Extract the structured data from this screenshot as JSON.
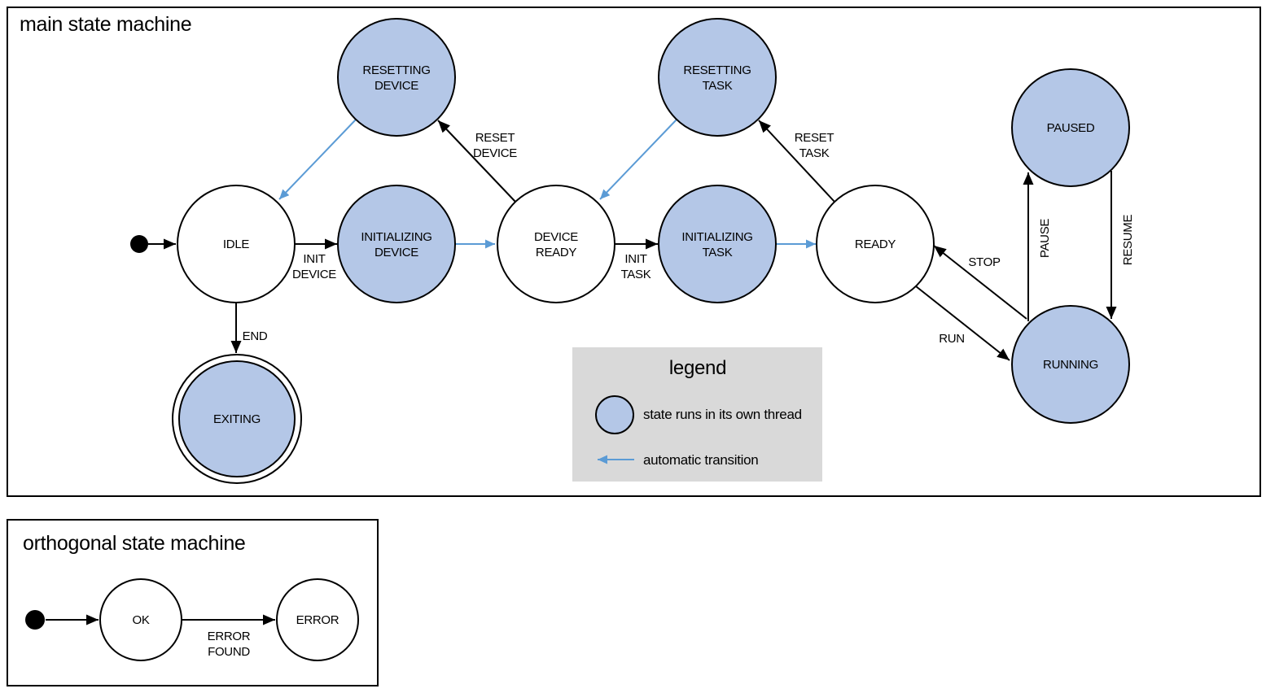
{
  "colors": {
    "threaded_state_fill": "#b4c7e7",
    "state_stroke": "#000000",
    "automatic_transition_arrow": "#5b9bd5",
    "normal_transition_arrow": "#000000",
    "legend_background": "#d9d9d9",
    "background": "#ffffff"
  },
  "main_machine": {
    "title": "main state machine",
    "states": [
      {
        "name": "idle",
        "label_lines": [
          "IDLE"
        ],
        "threaded": false,
        "final": false
      },
      {
        "name": "resetting-device",
        "label_lines": [
          "RESETTING",
          "DEVICE"
        ],
        "threaded": true,
        "final": false
      },
      {
        "name": "initializing-device",
        "label_lines": [
          "INITIALIZING",
          "DEVICE"
        ],
        "threaded": true,
        "final": false
      },
      {
        "name": "device-ready",
        "label_lines": [
          "DEVICE",
          "READY"
        ],
        "threaded": false,
        "final": false
      },
      {
        "name": "resetting-task",
        "label_lines": [
          "RESETTING",
          "TASK"
        ],
        "threaded": true,
        "final": false
      },
      {
        "name": "initializing-task",
        "label_lines": [
          "INITIALIZING",
          "TASK"
        ],
        "threaded": true,
        "final": false
      },
      {
        "name": "ready",
        "label_lines": [
          "READY"
        ],
        "threaded": false,
        "final": false
      },
      {
        "name": "paused",
        "label_lines": [
          "PAUSED"
        ],
        "threaded": true,
        "final": false
      },
      {
        "name": "running",
        "label_lines": [
          "RUNNING"
        ],
        "threaded": true,
        "final": false
      },
      {
        "name": "exiting",
        "label_lines": [
          "EXITING"
        ],
        "threaded": true,
        "final": true
      }
    ],
    "transitions": [
      {
        "from": "IDLE",
        "to": "INITIALIZING DEVICE",
        "label_lines": [
          "INIT",
          "DEVICE"
        ]
      },
      {
        "from": "DEVICE READY",
        "to": "RESETTING DEVICE",
        "label_lines": [
          "RESET",
          "DEVICE"
        ]
      },
      {
        "from": "DEVICE READY",
        "to": "INITIALIZING TASK",
        "label_lines": [
          "INIT",
          "TASK"
        ]
      },
      {
        "from": "READY",
        "to": "RESETTING TASK",
        "label_lines": [
          "RESET",
          "TASK"
        ]
      },
      {
        "from": "RUNNING",
        "to": "READY",
        "label_lines": [
          "STOP"
        ]
      },
      {
        "from": "READY",
        "to": "RUNNING",
        "label_lines": [
          "RUN"
        ]
      },
      {
        "from": "RUNNING",
        "to": "PAUSED",
        "label_lines": [
          "PAUSE"
        ]
      },
      {
        "from": "PAUSED",
        "to": "RUNNING",
        "label_lines": [
          "RESUME"
        ]
      },
      {
        "from": "IDLE",
        "to": "EXITING",
        "label_lines": [
          "END"
        ]
      }
    ],
    "automatic_transitions": [
      {
        "from": "RESETTING DEVICE",
        "to": "IDLE"
      },
      {
        "from": "INITIALIZING DEVICE",
        "to": "DEVICE READY"
      },
      {
        "from": "RESETTING TASK",
        "to": "DEVICE READY"
      },
      {
        "from": "INITIALIZING TASK",
        "to": "READY"
      }
    ]
  },
  "legend": {
    "title": "legend",
    "items": [
      {
        "symbol": "threaded-state-circle",
        "label": "state runs in its own thread"
      },
      {
        "symbol": "automatic-transition-arrow",
        "label": "automatic transition"
      }
    ]
  },
  "orthogonal_machine": {
    "title": "orthogonal state machine",
    "states": [
      {
        "name": "ok",
        "label_lines": [
          "OK"
        ]
      },
      {
        "name": "error",
        "label_lines": [
          "ERROR"
        ]
      }
    ],
    "transitions": [
      {
        "from": "OK",
        "to": "ERROR",
        "label_lines": [
          "ERROR",
          "FOUND"
        ]
      }
    ]
  }
}
